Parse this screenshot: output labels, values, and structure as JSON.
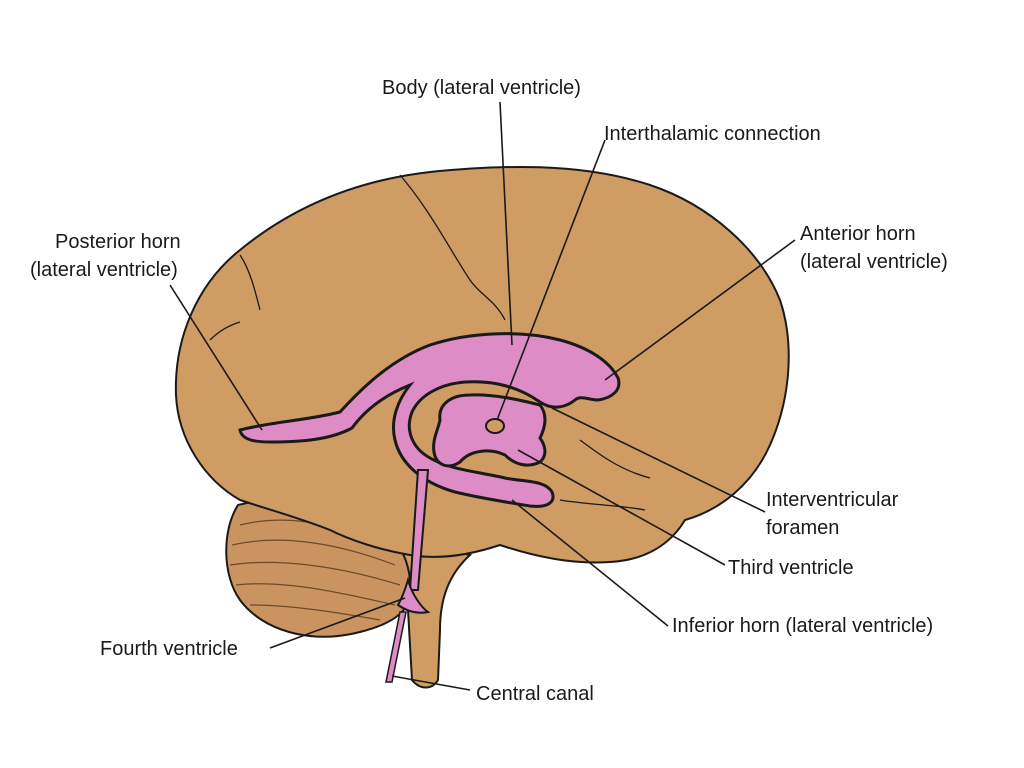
{
  "colors": {
    "brain": "#CF9C64",
    "cerebellum": "#C99460",
    "ventricle": "#DE8CC6",
    "outline": "#1a1a1a",
    "background": "#ffffff"
  },
  "labels": {
    "body": "Body (lateral ventricle)",
    "interthalamic": "Interthalamic connection",
    "posterior_line1": "Posterior horn",
    "posterior_line2": "(lateral ventricle)",
    "anterior_line1": "Anterior horn",
    "anterior_line2": "(lateral ventricle)",
    "interventricular_line1": "Interventricular",
    "interventricular_line2": "foramen",
    "third": "Third ventricle",
    "inferior": "Inferior horn (lateral ventricle)",
    "fourth": "Fourth ventricle",
    "central": "Central canal"
  }
}
